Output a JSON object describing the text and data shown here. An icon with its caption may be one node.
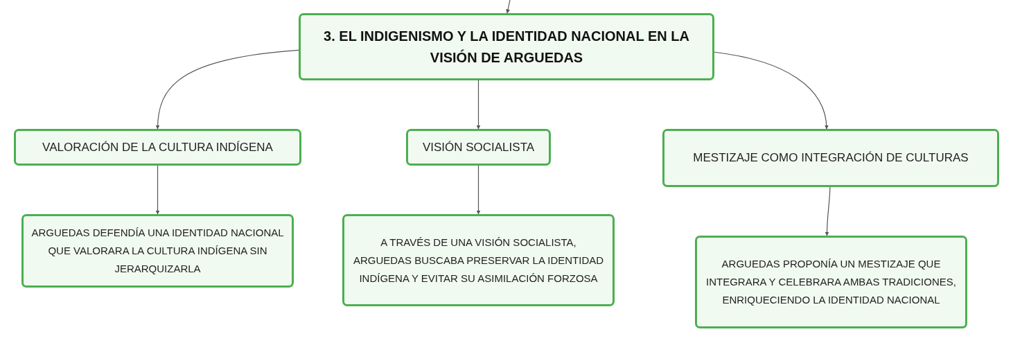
{
  "diagram": {
    "nodes": [
      {
        "text": [
          "3. EL INDIGENISMO Y LA IDENTIDAD NACIONAL EN LA VISIÓN DE ARGUEDAS"
        ]
      },
      {
        "text": [
          "VALORACIÓN DE LA CULTURA INDÍGENA"
        ]
      },
      {
        "text": [
          "VISIÓN SOCIALISTA"
        ]
      },
      {
        "text": [
          "MESTIZAJE COMO INTEGRACIÓN DE CULTURAS"
        ]
      },
      {
        "text": [
          "ARGUEDAS DEFENDÍA UNA IDENTIDAD NACIONAL QUE VALORARA LA CULTURA INDÍGENA SIN JERARQUIZARLA"
        ]
      },
      {
        "text": [
          "A TRAVÉS DE UNA VISIÓN SOCIALISTA, ARGUEDAS BUSCABA PRESERVAR LA IDENTIDAD INDÍGENA Y EVITAR SU ASIMILACIÓN FORZOSA"
        ]
      },
      {
        "text": [
          "ARGUEDAS PROPONÍA UN MESTIZAJE QUE INTEGRARA Y CELEBRARA AMBAS TRADICIONES, ENRIQUECIENDO LA IDENTIDAD NACIONAL"
        ]
      }
    ],
    "edges": [
      {
        "from": null,
        "to": 0,
        "arrow": "to"
      },
      {
        "from": 0,
        "to": 1,
        "arrow": "to"
      },
      {
        "from": 0,
        "to": 2,
        "arrow": "to"
      },
      {
        "from": 0,
        "to": 3,
        "arrow": "to"
      },
      {
        "from": 1,
        "to": 4,
        "arrow": "to"
      },
      {
        "from": 2,
        "to": 5,
        "arrow": "to"
      },
      {
        "from": 3,
        "to": 6,
        "arrow": "to"
      }
    ]
  }
}
